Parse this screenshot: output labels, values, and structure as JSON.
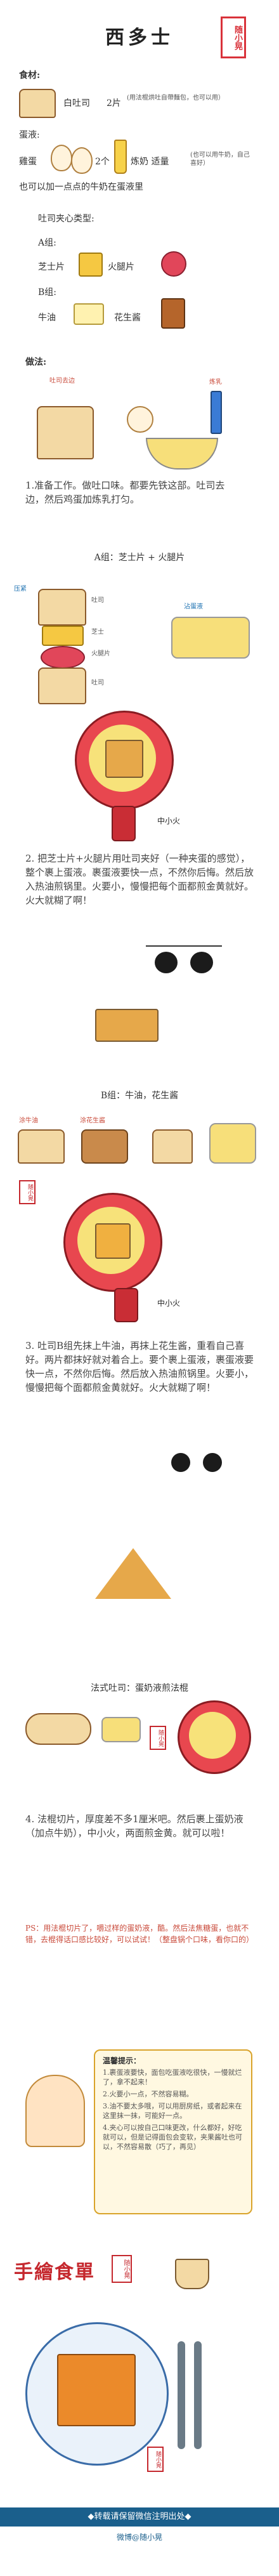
{
  "header": {
    "title": "西多士",
    "seal_text": "随小晃"
  },
  "ingredients": {
    "heading": "食材:",
    "bread_label": "白吐司",
    "bread_qty": "2片",
    "bread_note": "(用法棍烘吐自帶麵包，也可以用）",
    "egg_heading": "蛋液:",
    "egg_label": "雞蛋",
    "egg_qty": "2个",
    "milk_label": "炼奶 适量",
    "milk_note": "(也可以用牛奶，自己喜好）",
    "note": "也可以加一点点的牛奶在蛋液里"
  },
  "fillings": {
    "heading": "吐司夹心类型:",
    "group_a_label": "A组:",
    "a_item1": "芝士片",
    "a_item2": "火腿片",
    "group_b_label": "B组:",
    "b_item1": "牛油",
    "b_item2": "花生酱"
  },
  "method": {
    "heading": "做法:",
    "toast_label": "吐司去边",
    "milk_tag": "炼乳",
    "step1": "1.准备工作。做吐口味。都要先铁这部。吐司去边，然后鸡蛋加炼乳打匀。"
  },
  "section_a": {
    "title": "A组：芝士片 + 火腿片",
    "tag_left": "压紧",
    "tag_toast": "吐司",
    "tag_cheese": "芝士",
    "tag_ham": "火腿片",
    "tag_toast2": "吐司",
    "tag_egg": "沾蛋液",
    "fire": "中小火",
    "step2": "2. 把芝士片+火腿片用吐司夹好（一种夹蛋的感觉），整个裹上蛋液。裹蛋液要快一点，不然你后悔。然后放入热油煎锅里。火要小，慢慢把每个面都煎金黄就好。火大就糊了啊！"
  },
  "section_b": {
    "title": "B组：牛油，花生酱",
    "tag_butter": "涂牛油",
    "tag_peanut": "涂花生酱",
    "fire": "中小火",
    "step3": "3. 吐司B组先抹上牛油，再抹上花生酱，重看自己喜好。两片都抹好就对着合上。要个裹上蛋液，裹蛋液要快一点，不然你后悔。然后放入热油煎锅里。火要小，慢慢把每个面都煎金黄就好。火大就糊了啊！"
  },
  "section_c": {
    "title": "法式吐司：蛋奶液煎法棍",
    "step4": "4. 法棍切片，厚度差不多1厘米吧。然后裹上蛋奶液（加点牛奶），中小火，两面煎金黄。就可以啦！",
    "ps": "PS：用法棍切片了，嚼过样的蛋奶液，酷。然后法焦糖蛋，也就不错，去棍得话口感比较好，可以试试！（整盘锅个口味，看你口的）"
  },
  "tips": {
    "heading": "温馨提示：",
    "lines": [
      "1.裹蛋液要快，面包吃蛋液吃很快，一慢就烂了，拿不起来！",
      "2.火要小一点，不然容易糊。",
      "3.油不要太多哦，可以用厨房纸，或者起来在这里抹一抹，可能好一点。",
      "4.夹心可以按自己口味更改，什么都好，好吃就可以，但是记得面包会变软，夹果酱吐也可以，不然容易散（巧了，再见）"
    ]
  },
  "brand": {
    "signature": "手繪食單",
    "signature_seal": "随小晃"
  },
  "footer": {
    "line1": "◆转载请保留微信注明出处◆",
    "line2": "微博@随小晃"
  }
}
